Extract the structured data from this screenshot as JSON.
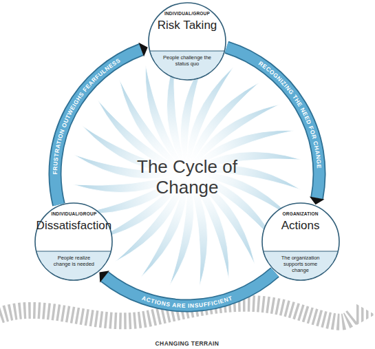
{
  "diagram": {
    "title": "The Cycle of Change",
    "nodes": [
      {
        "text": [
          "INDIVIDUAL/GROUP",
          "Risk Taking",
          "People challenge the status quo"
        ]
      },
      {
        "text": [
          "INDIVIDUAL/GROUP",
          "Dissatisfaction",
          "People realize change is needed"
        ]
      },
      {
        "text": [
          "ORGANIZATION",
          "Actions",
          "The organization supports some change"
        ]
      }
    ],
    "edges": [
      {
        "from": 0,
        "to": 2,
        "label": "RECOGNIZING THE NEED FOR CHANGE",
        "arrow": "to"
      },
      {
        "from": 2,
        "to": 1,
        "label": "ACTIONS ARE INSUFFICIENT",
        "arrow": "to"
      },
      {
        "from": 1,
        "to": 0,
        "label": "FRUSTRATION OUTWEIGHS FEARFULNESS",
        "arrow": "to"
      }
    ],
    "labels": [
      "CHANGING TERRAIN"
    ]
  }
}
